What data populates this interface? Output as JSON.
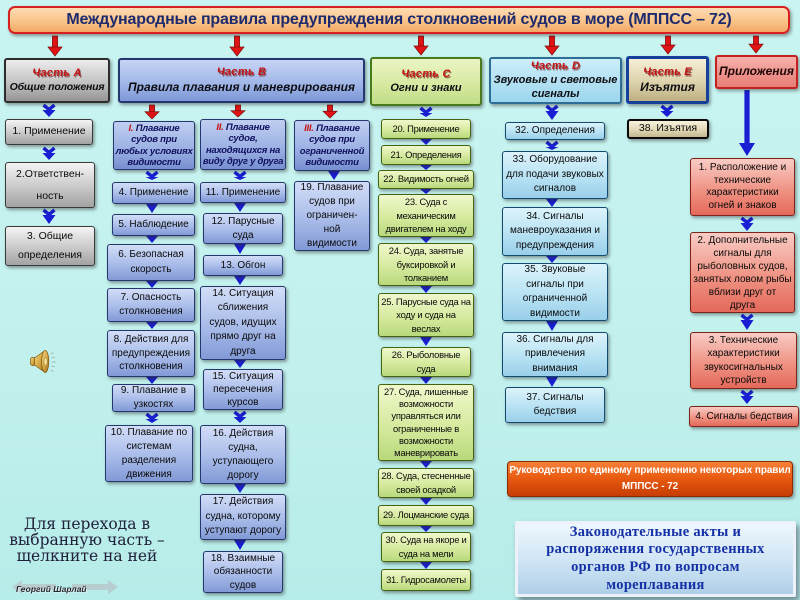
{
  "title": "Международные правила предупреждения столкновений судов в море (МППСС – 72)",
  "instruction": "Для перехода в\nвыбранную часть –\nщелкните на ней",
  "watermark": "Георгий Шарлай",
  "colors": {
    "background": "#c2f1ed",
    "banner_fill": "#fac488",
    "banner_border": "#d92020",
    "banner_text": "#1d2a6e",
    "part_label": "#c41414",
    "arrow_red": "#e01414",
    "arrow_blue": "#1a1ed2"
  },
  "part_a": {
    "part": "Часть А",
    "subtitle": "Общие положения",
    "items": [
      "1. Применение",
      "2.Ответствен-\nность",
      "3. Общие\nопределения"
    ]
  },
  "part_b": {
    "part": "Часть В",
    "subtitle": "Правила плавания и маневрирования",
    "sub1": {
      "num": "I.",
      "title": " Плавание\nсудов при\nлюбых условиях\nвидимости",
      "items": [
        "4. Применение",
        "5. Наблюдение",
        "6. Безопасная\nскорость",
        "7. Опасность\nстолкновения",
        "8. Действия для\nпредупреждения\nстолкновения",
        "9. Плавание  в\nузкостях",
        "10. Плавание  по\nсистемам\nразделения\nдвижения"
      ]
    },
    "sub2": {
      "num": "II.",
      "title": " Плавание\nсудов,\nнаходящихся  на\nвиду друг у друга",
      "items": [
        "11. Применение",
        "12. Парусные\nсуда",
        "13. Обгон",
        "14. Ситуация\nсближения\nсудов, идущих\nпрямо друг  на\nдруга",
        "15. Ситуация\nпересечения\nкурсов",
        "16. Действия\nсудна,\nуступающего\nдорогу",
        "17. Действия\nсудна, которому\nуступают дорогу",
        "18. Взаимные\nобязанности\nсудов"
      ]
    },
    "sub3": {
      "num": "III.",
      "title": " Плавание\nсудов при\nограниченной\nвидимости",
      "items": [
        "19. Плавание\nсудов при\nограничен-\nной\nвидимости"
      ]
    }
  },
  "part_c": {
    "part": "Часть С",
    "subtitle": "Огни и знаки",
    "items": [
      "20. Применение",
      "21. Определения",
      "22. Видимость огней",
      "23. Суда с\nмеханическим\nдвигателем на ходу",
      "24. Суда, занятые\nбуксировкой и\nтолканием",
      "25. Парусные суда на\nходу и  суда на\nвеслах",
      "26. Рыболовные\nсуда",
      "27. Суда, лишенные\nвозможности\nуправляться или\nограниченные в\nвозможности\nманеврировать",
      "28. Суда, стесненные\nсвоей осадкой",
      "29. Лоцманские суда",
      "30. Суда на якоре и\nсуда на мели",
      "31. Гидросамолеты"
    ]
  },
  "part_d": {
    "part": "Часть D",
    "subtitle": "Звуковые и световые\nсигналы",
    "items": [
      "32. Определения",
      "33. Оборудование\nдля подачи звуковых\nсигналов",
      "34. Сигналы\nманевроуказания и\nпредупреждения",
      "35. Звуковые\nсигналы при\nограниченной\nвидимости",
      "36. Сигналы для\nпривлечения\nвнимания",
      "37. Сигналы\nбедствия"
    ]
  },
  "part_e": {
    "part": "Часть Е",
    "subtitle": "Изъятия",
    "items": [
      "38. Изъятия"
    ]
  },
  "appendices": {
    "title": "Приложения",
    "items": [
      "1. Расположение и\nтехнические\nхарактеристики\nогней и знаков",
      "2. Дополнительные\nсигналы для\nрыболовных судов,\nзанятых ловом рыбы\nвблизи друг  от\nдруга",
      "3. Технические\nхарактеристики\nзвукосигнальных\nустройств",
      "4. Сигналы бедствия"
    ]
  },
  "guidance": "Руководство  по единому применению  некоторых  правил\nМППСС - 72",
  "legal": "Законодательные акты и\nраспоряжения государственных\nорганов РФ по вопросам\nмореплавания"
}
